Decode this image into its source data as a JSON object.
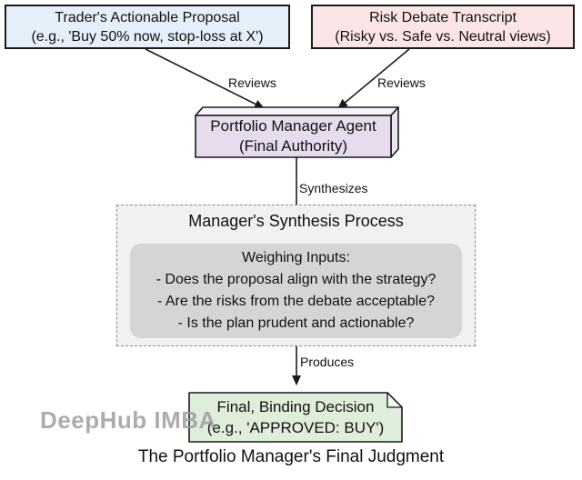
{
  "nodes": {
    "trader_proposal": {
      "line1": "Trader's Actionable Proposal",
      "line2": "(e.g., 'Buy 50% now, stop-loss at X')"
    },
    "risk_debate": {
      "line1": "Risk Debate Transcript",
      "line2": "(Risky vs. Safe vs. Neutral views)"
    },
    "pm_agent": {
      "line1": "Portfolio Manager Agent",
      "line2": "(Final Authority)"
    },
    "synthesis_group_title": "Manager's Synthesis Process",
    "weighing": {
      "title": "Weighing Inputs:",
      "q1": "- Does the proposal align with the strategy?",
      "q2": "- Are the risks from the debate acceptable?",
      "q3": "- Is the plan prudent and actionable?"
    },
    "final_decision": {
      "line1": "Final, Binding Decision",
      "line2": "(e.g., 'APPROVED: BUY')"
    }
  },
  "edges": {
    "reviews_left": "Reviews",
    "reviews_right": "Reviews",
    "synthesizes": "Synthesizes",
    "produces": "Produces"
  },
  "watermark": "DeepHub IMBA",
  "caption": "The Portfolio Manager's Final Judgment",
  "colors": {
    "proposal_fill": "#E4EFFA",
    "debate_fill": "#FBE5E7",
    "pm_fill": "#E6DCEE",
    "pm_top_fill": "#F6F1FA",
    "pm_side_fill": "#EDE3F3",
    "weighing_fill": "#D5D5D5",
    "group_fill": "#F1F1F1",
    "decision_fill": "#DFEEDA",
    "decision_fold_fill": "#F4FAF0",
    "line_color": "#1A1A1A",
    "dashed_border": "#8A8A8A",
    "watermark_color": "#9B9B9B",
    "text_color": "#111111"
  }
}
